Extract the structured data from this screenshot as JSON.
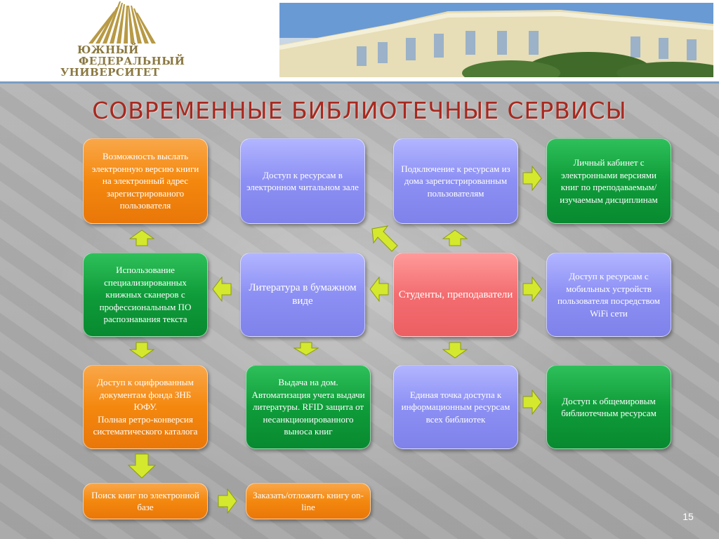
{
  "logo": {
    "line1": "ЮЖНЫЙ",
    "line2": "ФЕДЕРАЛЬНЫЙ",
    "line3": "УНИВЕРСИТЕТ"
  },
  "title": "СОВРЕМЕННЫЕ БИБЛИОТЕЧНЫЕ СЕРВИСЫ",
  "boxes": {
    "send_ebook": "Возможность выслать электронную версию книги на электронный адрес зарегистрированого пользователя",
    "reading_room": "Доступ к ресурсам в электронном читальном зале",
    "home_access": "Подключение к ресурсам из дома зарегистрированным пользователям",
    "personal_cabinet": "Личный кабинет с электронными версиями книг по преподаваемым/изучаемым дисциплинам",
    "scanners": "Использование специализированных книжных сканеров с профессиональным ПО распознавания текста",
    "paper_literature": "Литература в бумажном виде",
    "students": "Студенты, преподаватели",
    "mobile_access": "Доступ к ресурсам с мобильных устройств пользователя посредством WiFi сети",
    "digitized_docs": "Доступ к оцифрованным документам фонда ЗНБ ЮФУ.\nПолная ретро-конверсия систематического каталога",
    "home_loan": "Выдача на дом. Автоматизация учета выдачи литературы. RFID защита от несанкционированного выноса книг",
    "single_access": "Единая точка доступа к информационным ресурсам всех библиотек",
    "world_resources": "Доступ к общемировым библиотечным ресурсам",
    "search_books": "Поиск  книг по электронной базе",
    "order_books": "Заказать/отложить книгу on-line"
  },
  "page_number": "15",
  "colors": {
    "orange": "#f4880e",
    "green": "#0f9c3a",
    "purple": "#8c8ff3",
    "red": "#f36d70",
    "arrow": "#d4e82e",
    "title": "#a8281e"
  },
  "icons": {
    "arrow": "arrow-icon"
  }
}
